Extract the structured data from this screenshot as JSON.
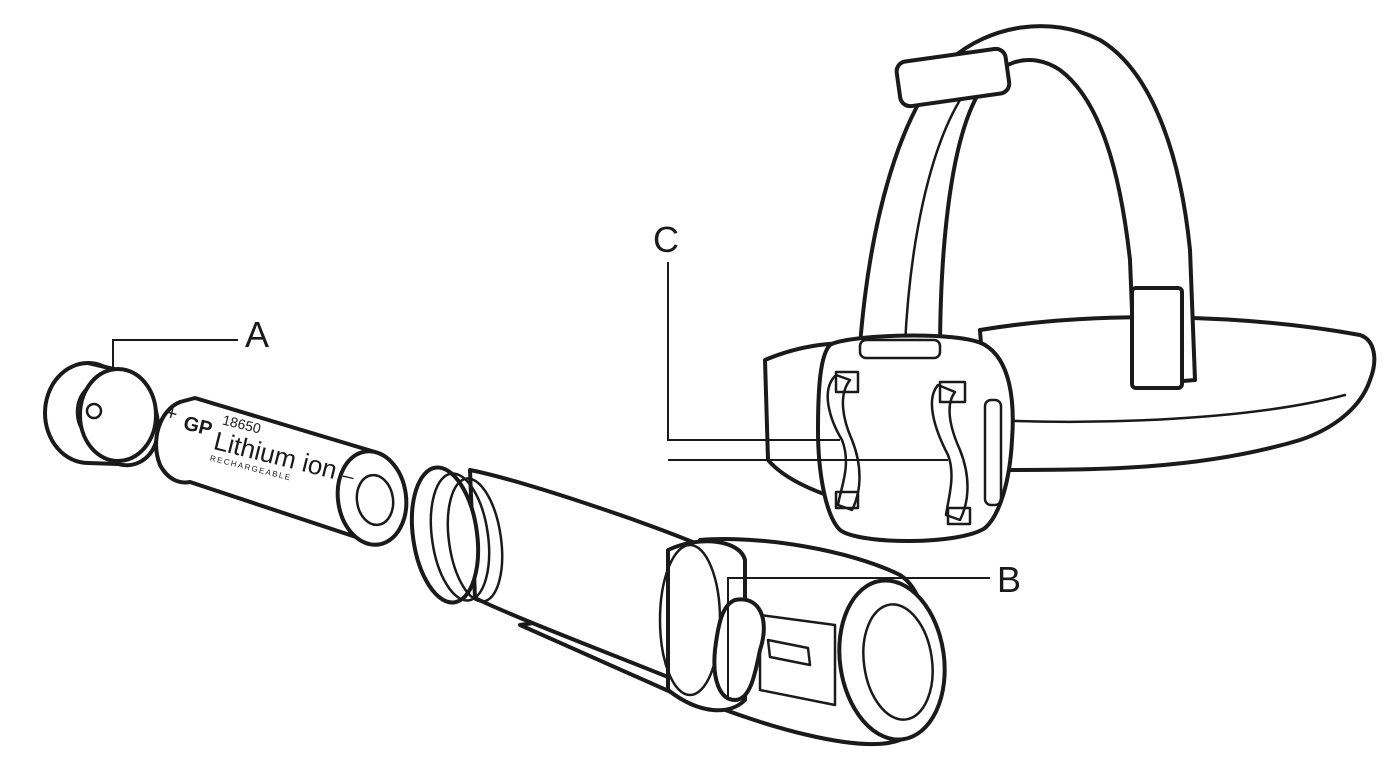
{
  "callouts": {
    "a": "A",
    "b": "B",
    "c": "C"
  },
  "battery": {
    "brand": "GP",
    "size": "18650",
    "chemistry": "Lithium ion",
    "subtitle": "RECHARGEABLE",
    "plus": "+",
    "minus": "–"
  },
  "colors": {
    "line": "#1a1a1a",
    "fill": "#ffffff"
  }
}
